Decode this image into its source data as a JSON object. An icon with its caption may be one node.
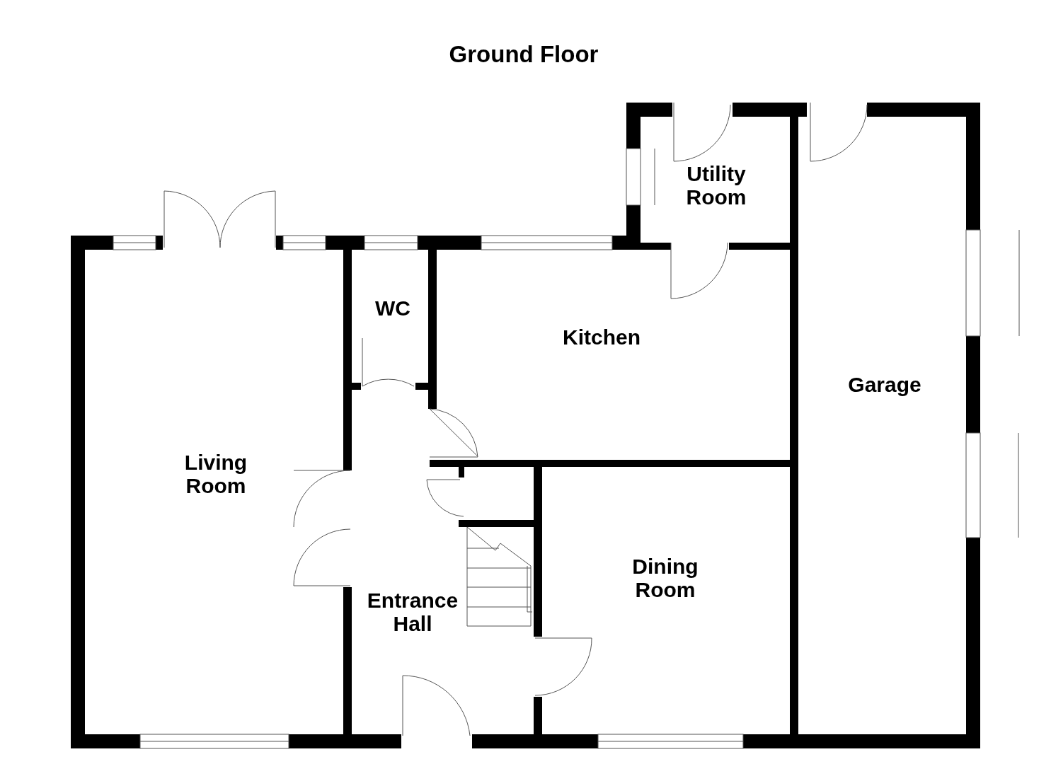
{
  "diagram": {
    "title": "Ground Floor",
    "nodes": [
      {
        "text": [
          "Living Room"
        ]
      },
      {
        "text": [
          "WC"
        ]
      },
      {
        "text": [
          "Kitchen"
        ]
      },
      {
        "text": [
          "Utility Room"
        ]
      },
      {
        "text": [
          "Garage"
        ]
      },
      {
        "text": [
          "Entrance Hall"
        ]
      },
      {
        "text": [
          "Dining Room"
        ]
      }
    ]
  }
}
